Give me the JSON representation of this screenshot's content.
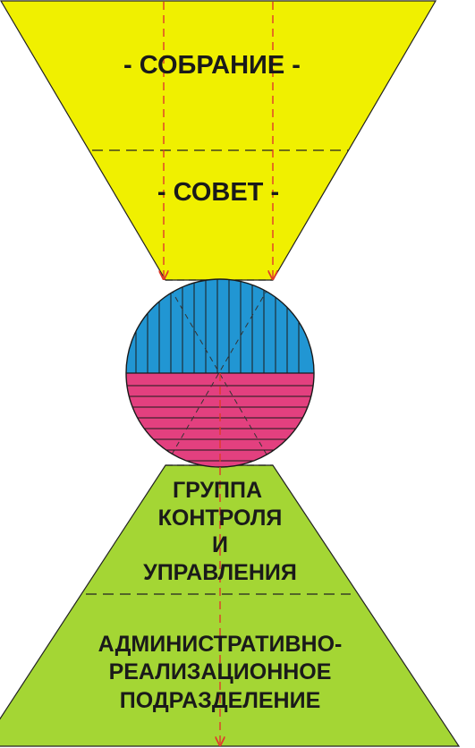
{
  "diagram": {
    "upper_funnel": {
      "top_level_label": "- СОБРАНИЕ -",
      "second_level_label": "- СОВЕТ -"
    },
    "lower_pyramid": {
      "group_label_lines": [
        "ГРУППА",
        "КОНТРОЛЯ",
        "И",
        "УПРАВЛЕНИЯ"
      ],
      "base_label_lines": [
        "АДМИНИСТРАТИВНО-",
        "РЕАЛИЗАЦИОННОЕ",
        "ПОДРАЗДЕЛЕНИЕ"
      ]
    },
    "colors": {
      "upper_fill": "#f0f000",
      "lower_fill": "#a4d634",
      "circle_top": "#2196d3",
      "circle_bottom": "#e3407f",
      "arrow": "#e03a2a",
      "outline": "#222222"
    }
  }
}
